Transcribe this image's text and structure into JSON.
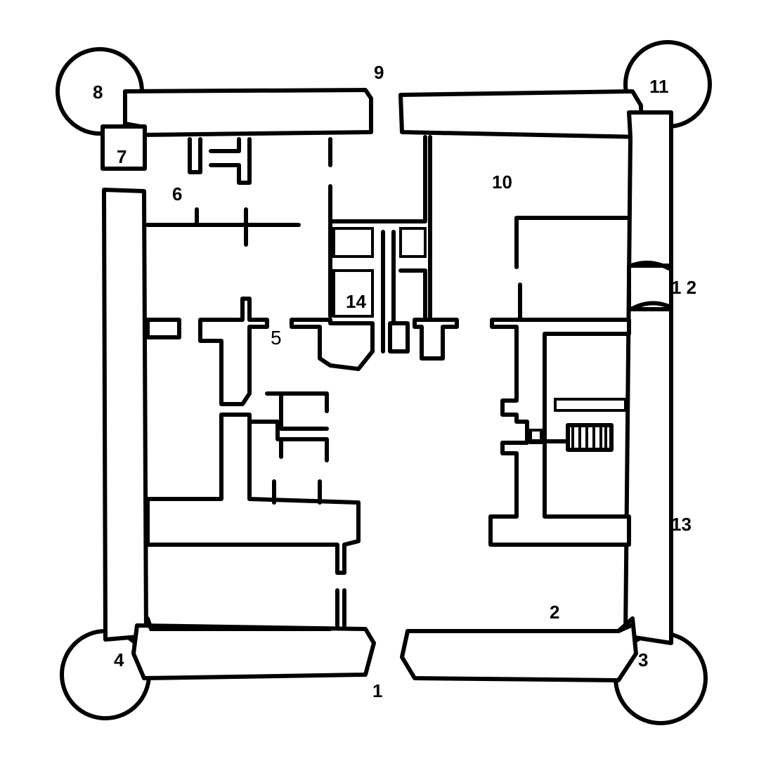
{
  "labels": {
    "l1": "1",
    "l2": "2",
    "l3": "3",
    "l4": "4",
    "l5": "5",
    "l6": "6",
    "l7": "7",
    "l8": "8",
    "l9": "9",
    "l10": "10",
    "l11": "11",
    "l12": "1 2",
    "l13": "13",
    "l14": "14"
  },
  "colors": {
    "ink": "#000000",
    "paper": "#ffffff"
  }
}
